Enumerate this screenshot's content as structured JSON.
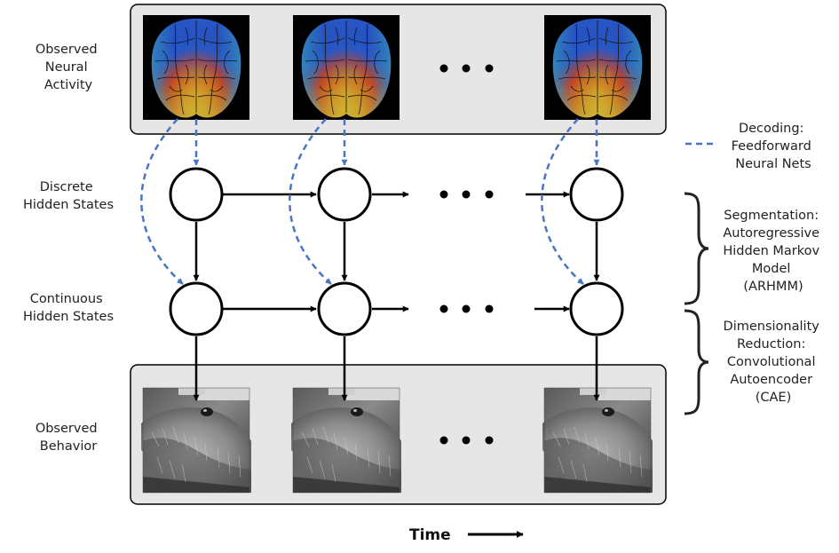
{
  "row_labels": {
    "neural": [
      "Observed",
      "Neural",
      "Activity"
    ],
    "discrete": [
      "Discrete",
      "Hidden States"
    ],
    "continuous": [
      "Continuous",
      "Hidden States"
    ],
    "behavior": [
      "Observed",
      "Behavior"
    ]
  },
  "legend": {
    "decoding": [
      "Decoding:",
      "Feedforward",
      "Neural Nets"
    ]
  },
  "brackets": {
    "segmentation": [
      "Segmentation:",
      "Autoregressive",
      "Hidden Markov",
      "Model",
      "(ARHMM)"
    ],
    "reduction": [
      "Dimensionality",
      "Reduction:",
      "Convolutional",
      "Autoencoder",
      "(CAE)"
    ]
  },
  "time_label": "Time",
  "colors": {
    "decoding_arrow": "#4a74c4",
    "panel_fill": "#e6e6e6",
    "node_stroke": "#000000"
  }
}
